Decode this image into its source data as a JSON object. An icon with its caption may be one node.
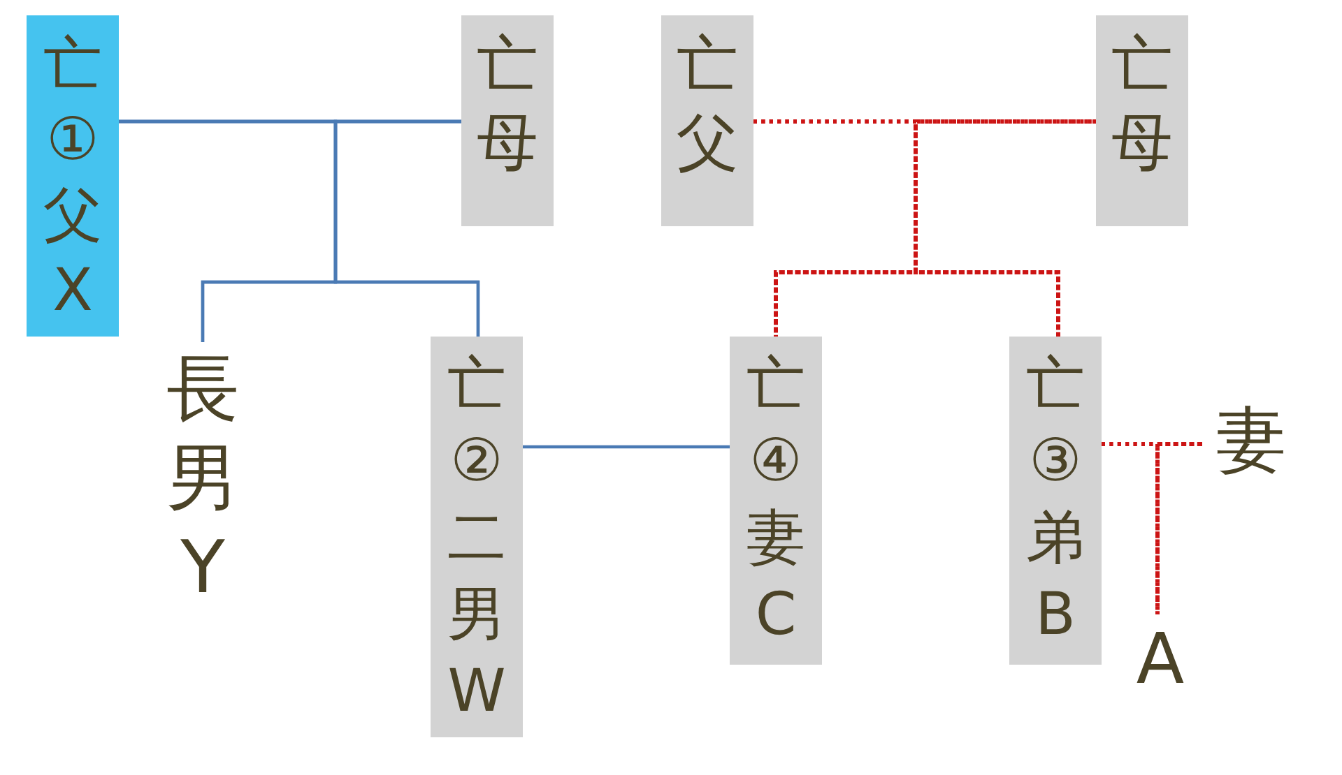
{
  "diagram": {
    "nodes": [
      {
        "text": [
          "亡①父X"
        ]
      },
      {
        "text": [
          "亡母"
        ]
      },
      {
        "text": [
          "亡父"
        ]
      },
      {
        "text": [
          "亡母"
        ]
      },
      {
        "text": [
          "長男Y"
        ]
      },
      {
        "text": [
          "亡②二男W"
        ]
      },
      {
        "text": [
          "亡④妻C"
        ]
      },
      {
        "text": [
          "亡③弟B"
        ]
      },
      {
        "text": [
          "妻"
        ]
      },
      {
        "text": [
          "A"
        ]
      }
    ],
    "edges": [
      {
        "from": 0,
        "to": 1,
        "arrow": "none",
        "color": "#4a7ab4"
      },
      {
        "from": 0,
        "to": 4,
        "arrow": "none",
        "color": "#4a7ab4"
      },
      {
        "from": 1,
        "to": 4,
        "arrow": "none",
        "color": "#4a7ab4"
      },
      {
        "from": 0,
        "to": 5,
        "arrow": "none",
        "color": "#4a7ab4"
      },
      {
        "from": 1,
        "to": 5,
        "arrow": "none",
        "color": "#4a7ab4"
      },
      {
        "from": 2,
        "to": 3,
        "arrow": "none",
        "style": "dashed",
        "color": "#cc1414"
      },
      {
        "from": 2,
        "to": 6,
        "arrow": "none",
        "style": "dashed",
        "color": "#cc1414"
      },
      {
        "from": 3,
        "to": 6,
        "arrow": "none",
        "style": "dashed",
        "color": "#cc1414"
      },
      {
        "from": 2,
        "to": 7,
        "arrow": "none",
        "style": "dashed",
        "color": "#cc1414"
      },
      {
        "from": 3,
        "to": 7,
        "arrow": "none",
        "style": "dashed",
        "color": "#cc1414"
      },
      {
        "from": 5,
        "to": 6,
        "arrow": "none",
        "color": "#4a7ab4"
      },
      {
        "from": 7,
        "to": 8,
        "arrow": "none",
        "style": "dashed",
        "color": "#cc1414"
      },
      {
        "from": 7,
        "to": 9,
        "arrow": "none",
        "style": "dashed",
        "color": "#cc1414"
      },
      {
        "from": 8,
        "to": 9,
        "arrow": "none",
        "style": "dashed",
        "color": "#cc1414"
      }
    ]
  }
}
